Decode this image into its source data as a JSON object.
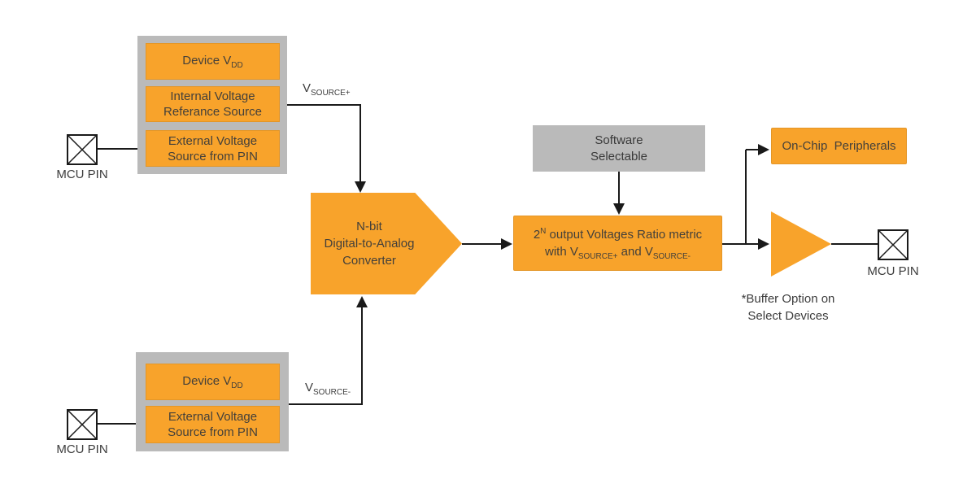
{
  "colors": {
    "orange": "#F8A32B",
    "gray": "#BABABA",
    "line": "#1A1A1A"
  },
  "labels": {
    "mcu_pin_top": "MCU PIN",
    "mcu_pin_bottom": "MCU PIN",
    "mcu_pin_right": "MCU PIN"
  },
  "top_group": {
    "box1": {
      "text": "Device V",
      "sub": "DD"
    },
    "box2": {
      "line1": "Internal Voltage",
      "line2": "Referance Source"
    },
    "box3": {
      "line1": "External Voltage",
      "line2": "Source from PIN"
    }
  },
  "bottom_group": {
    "box1": {
      "text": "Device V",
      "sub": "DD"
    },
    "box2": {
      "line1": "External Voltage",
      "line2": "Source from PIN"
    }
  },
  "vsource_plus": {
    "base": "V",
    "sub": "SOURCE+"
  },
  "vsource_minus": {
    "base": "V",
    "sub": "SOURCE-"
  },
  "dac": {
    "line1": "N-bit",
    "line2": "Digital-to-Analog",
    "line3": "Converter"
  },
  "software": {
    "line1": "Software",
    "line2": "Selectable"
  },
  "ratio_box": {
    "base": "2",
    "sup": "N",
    "line1_rest": " output Voltages Ratio metric",
    "line2_a": "with V",
    "line2_sub1": "SOURCE+",
    "line2_b": " and V",
    "line2_sub2": "SOURCE-"
  },
  "onchip_label": "On-Chip  Peripherals",
  "buffer_note": {
    "line1": "*Buffer Option on",
    "line2": "Select Devices"
  }
}
